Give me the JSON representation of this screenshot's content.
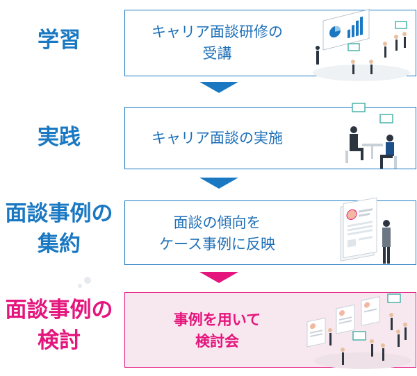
{
  "stages": [
    {
      "label_lines": [
        "学習"
      ],
      "text_lines": [
        "キャリア面談研修の",
        "受講"
      ],
      "illustration": "training-session-icon"
    },
    {
      "label_lines": [
        "実践"
      ],
      "text_lines": [
        "キャリア面談の実施"
      ],
      "illustration": "interview-meeting-icon"
    },
    {
      "label_lines": [
        "面談事例の",
        "集約"
      ],
      "text_lines": [
        "面談の傾向を",
        "ケース事例に反映"
      ],
      "illustration": "case-document-icon"
    },
    {
      "label_lines": [
        "面談事例の",
        "検討"
      ],
      "text_lines": [
        "事例を用いて",
        "検討会"
      ],
      "illustration": "study-group-icon"
    }
  ],
  "colors": {
    "blue": "#1a78c2",
    "pink": "#e4157c",
    "pink_bg": "#f7e7ef"
  }
}
